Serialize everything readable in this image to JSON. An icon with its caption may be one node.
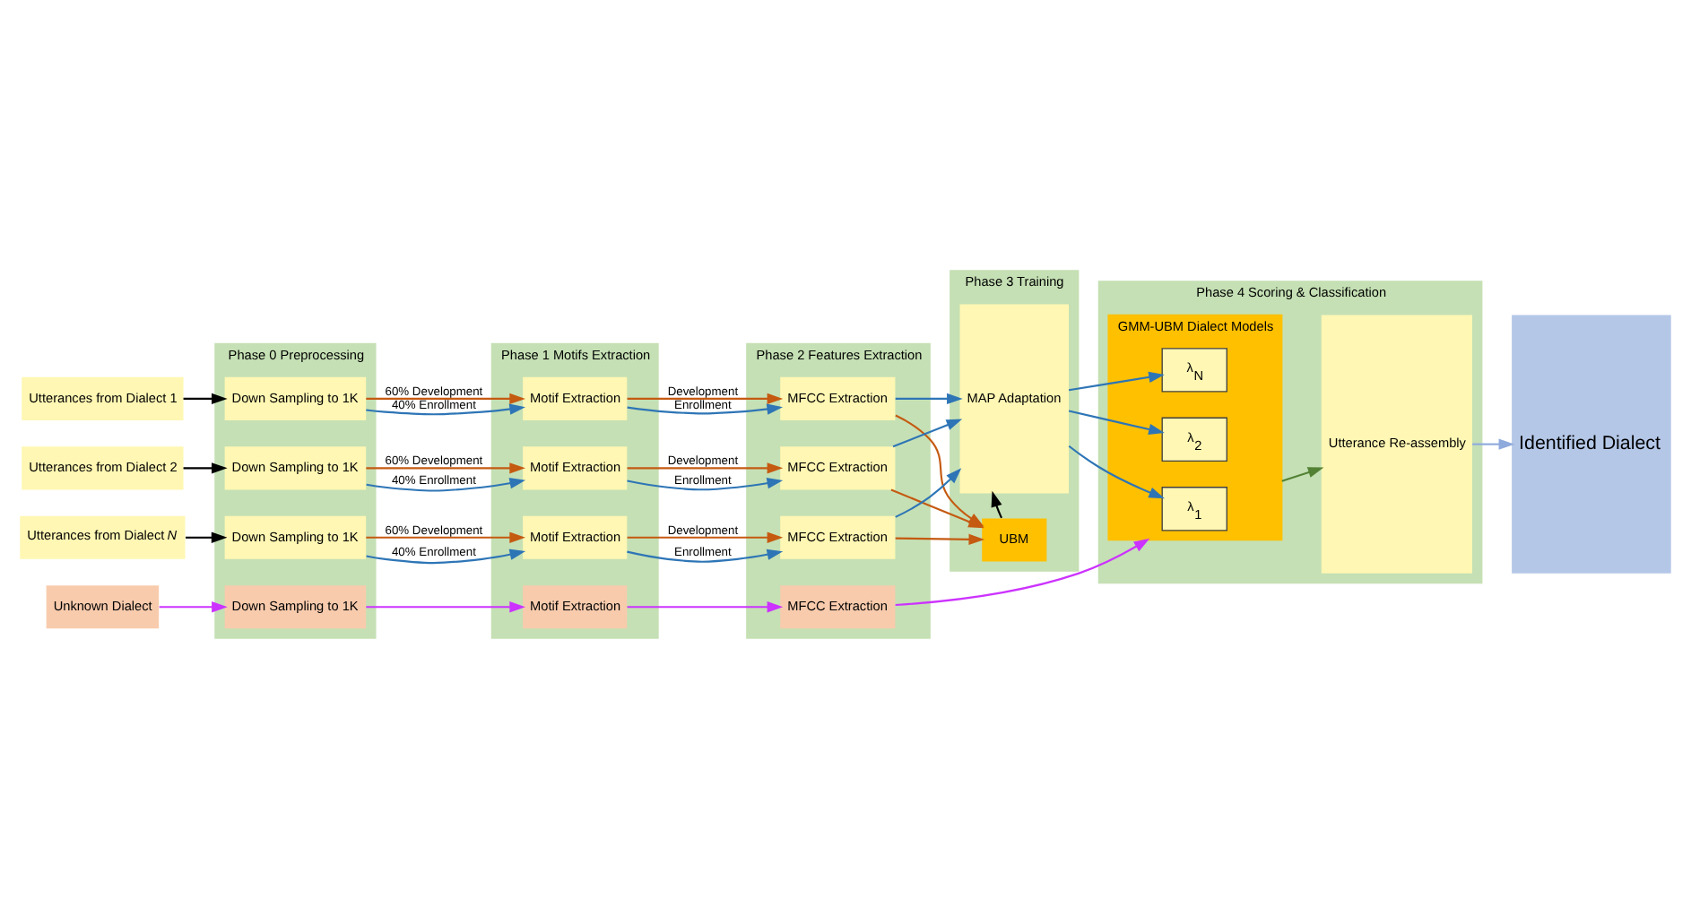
{
  "diagram": {
    "nodes": [
      {
        "text": [
          "Phase 0 Preprocessing"
        ]
      },
      {
        "text": [
          "Phase 1 Motifs Extraction"
        ]
      },
      {
        "text": [
          "Phase 2 Features Extraction"
        ]
      },
      {
        "text": [
          "Phase 3 Training"
        ]
      },
      {
        "text": [
          "Phase 4 Scoring & Classification"
        ]
      },
      {
        "text": [
          "Utterances from Dialect 1"
        ]
      },
      {
        "text": [
          "Utterances from Dialect 2"
        ]
      },
      {
        "text": [
          "Utterances from Dialect *N*"
        ]
      },
      {
        "text": [
          "Unknown Dialect"
        ]
      },
      {
        "text": [
          "Down Sampling to 1K"
        ],
        "in": 0
      },
      {
        "text": [
          "Down Sampling to 1K"
        ],
        "in": 0
      },
      {
        "text": [
          "Down Sampling to 1K"
        ],
        "in": 0
      },
      {
        "text": [
          "Down Sampling to 1K"
        ],
        "in": 0
      },
      {
        "text": [
          "Motif Extraction"
        ],
        "in": 1
      },
      {
        "text": [
          "Motif Extraction"
        ],
        "in": 1
      },
      {
        "text": [
          "Motif Extraction"
        ],
        "in": 1
      },
      {
        "text": [
          "Motif Extraction"
        ],
        "in": 1
      },
      {
        "text": [
          "MFCC Extraction"
        ],
        "in": 2
      },
      {
        "text": [
          "MFCC Extraction"
        ],
        "in": 2
      },
      {
        "text": [
          "MFCC Extraction"
        ],
        "in": 2
      },
      {
        "text": [
          "MFCC Extraction"
        ],
        "in": 2
      },
      {
        "text": [
          "MAP Adaptation"
        ],
        "in": 3
      },
      {
        "text": [
          "UBM"
        ],
        "in": 3
      },
      {
        "text": [
          "GMM-UBM Dialect Models"
        ],
        "in": 4
      },
      {
        "text": [
          "λ$_{1}$"
        ],
        "in": 23
      },
      {
        "text": [
          "λ$_{2}$"
        ],
        "in": 23
      },
      {
        "text": [
          "λ$_{N}$"
        ],
        "in": 23
      },
      {
        "text": [
          "Utterance Re-assembly"
        ],
        "in": 4
      },
      {
        "text": [
          "Identified Dialect"
        ]
      }
    ],
    "edges": [
      {
        "from": 5,
        "to": 9,
        "arrow": "to",
        "color": "#000000"
      },
      {
        "from": 6,
        "to": 10,
        "arrow": "to",
        "color": "#000000"
      },
      {
        "from": 7,
        "to": 11,
        "arrow": "to",
        "color": "#000000"
      },
      {
        "from": 8,
        "to": 12,
        "arrow": "to",
        "color": "#cc33ff"
      },
      {
        "from": 9,
        "to": 13,
        "arrow": "to",
        "label": "40% Enrollment",
        "color": "#2e75b6"
      },
      {
        "from": 9,
        "to": 13,
        "arrow": "to",
        "label": "60% Development",
        "color": "#c55a11"
      },
      {
        "from": 10,
        "to": 14,
        "arrow": "to",
        "label": "40% Enrollment",
        "color": "#2e75b6"
      },
      {
        "from": 10,
        "to": 14,
        "arrow": "to",
        "label": "60% Development",
        "color": "#c55a11"
      },
      {
        "from": 11,
        "to": 15,
        "arrow": "to",
        "label": "40% Enrollment",
        "color": "#2e75b6"
      },
      {
        "from": 11,
        "to": 15,
        "arrow": "to",
        "label": "60% Development",
        "color": "#c55a11"
      },
      {
        "from": 12,
        "to": 16,
        "arrow": "to",
        "color": "#cc33ff"
      },
      {
        "from": 13,
        "to": 17,
        "arrow": "to",
        "label": "Enrollment",
        "color": "#2e75b6"
      },
      {
        "from": 13,
        "to": 17,
        "arrow": "to",
        "label": "Development",
        "color": "#c55a11"
      },
      {
        "from": 14,
        "to": 18,
        "arrow": "to",
        "label": "Enrollment",
        "color": "#2e75b6"
      },
      {
        "from": 14,
        "to": 18,
        "arrow": "to",
        "label": "Development",
        "color": "#c55a11"
      },
      {
        "from": 15,
        "to": 19,
        "arrow": "to",
        "label": "Enrollment",
        "color": "#2e75b6"
      },
      {
        "from": 15,
        "to": 19,
        "arrow": "to",
        "label": "Development",
        "color": "#c55a11"
      },
      {
        "from": 16,
        "to": 20,
        "arrow": "to",
        "color": "#cc33ff"
      },
      {
        "from": 17,
        "to": 21,
        "arrow": "to",
        "color": "#2e75b6"
      },
      {
        "from": 18,
        "to": 21,
        "arrow": "to",
        "color": "#2e75b6"
      },
      {
        "from": 19,
        "to": 21,
        "arrow": "to",
        "color": "#2e75b6"
      },
      {
        "from": 17,
        "to": 22,
        "arrow": "to",
        "color": "#c55a11"
      },
      {
        "from": 18,
        "to": 22,
        "arrow": "to",
        "color": "#c55a11"
      },
      {
        "from": 19,
        "to": 22,
        "arrow": "to",
        "color": "#c55a11"
      },
      {
        "from": 22,
        "to": 21,
        "arrow": "to",
        "color": "#000000"
      },
      {
        "from": 21,
        "to": 24,
        "arrow": "to",
        "color": "#2e75b6"
      },
      {
        "from": 21,
        "to": 25,
        "arrow": "to",
        "color": "#2e75b6"
      },
      {
        "from": 21,
        "to": 26,
        "arrow": "to",
        "color": "#2e75b6"
      },
      {
        "from": 20,
        "to": 23,
        "arrow": "to",
        "color": "#cc33ff"
      },
      {
        "from": 23,
        "to": 27,
        "arrow": "to",
        "color": "#548235"
      },
      {
        "from": 27,
        "to": 28,
        "arrow": "to",
        "color": "#8faadc"
      }
    ]
  }
}
